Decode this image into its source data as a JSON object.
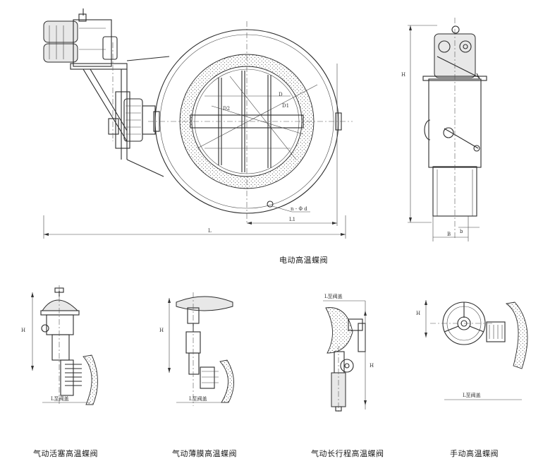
{
  "main": {
    "caption": "电动高温蝶阀",
    "labels": {
      "L": "L",
      "L1": "L1",
      "D": "D",
      "D1": "D1",
      "D2": "D2",
      "nd": "n - Φ d",
      "H": "H",
      "B": "B",
      "b": "b"
    }
  },
  "variants": [
    {
      "caption": "气动活塞高温蝶阀",
      "dim_label": "L至阀盖",
      "h_label": "H"
    },
    {
      "caption": "气动薄膜高温蝶阀",
      "dim_label": "L至阀盖",
      "h_label": "H"
    },
    {
      "caption": "气动长行程高温蝶阀",
      "dim_label": "L至阀盖",
      "h_label": "H"
    },
    {
      "caption": "手动高温蝶阀",
      "dim_label": "L至阀盖",
      "h_label": "H"
    }
  ]
}
